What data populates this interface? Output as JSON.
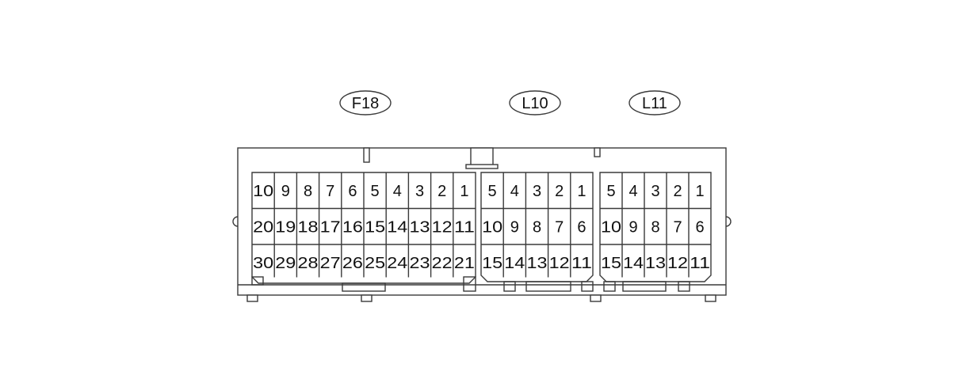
{
  "connectors": [
    {
      "label": "F18",
      "rows": [
        [
          "10",
          "9",
          "8",
          "7",
          "6",
          "5",
          "4",
          "3",
          "2",
          "1"
        ],
        [
          "20",
          "19",
          "18",
          "17",
          "16",
          "15",
          "14",
          "13",
          "12",
          "11"
        ],
        [
          "30",
          "29",
          "28",
          "27",
          "26",
          "25",
          "24",
          "23",
          "22",
          "21"
        ]
      ]
    },
    {
      "label": "L10",
      "rows": [
        [
          "5",
          "4",
          "3",
          "2",
          "1"
        ],
        [
          "10",
          "9",
          "8",
          "7",
          "6"
        ],
        [
          "15",
          "14",
          "13",
          "12",
          "11"
        ]
      ]
    },
    {
      "label": "L11",
      "rows": [
        [
          "5",
          "4",
          "3",
          "2",
          "1"
        ],
        [
          "10",
          "9",
          "8",
          "7",
          "6"
        ],
        [
          "15",
          "14",
          "13",
          "12",
          "11"
        ]
      ]
    }
  ],
  "colors": {
    "line": "#3a3a3a",
    "text": "#111111",
    "background": "#ffffff"
  }
}
